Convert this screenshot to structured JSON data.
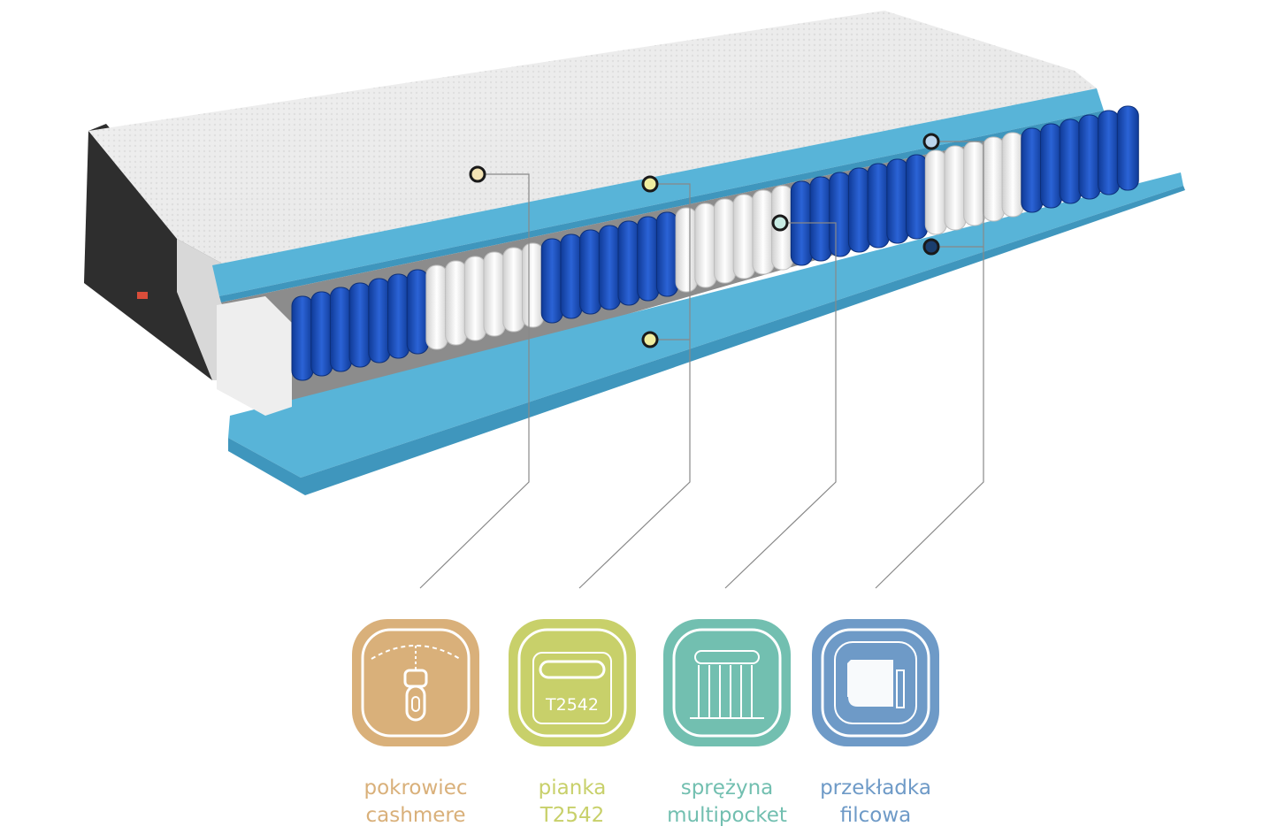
{
  "features": [
    {
      "line1": "pokrowiec",
      "line2": "cashmere",
      "icon": "zipper-icon",
      "color": "#d9b07a"
    },
    {
      "line1": "pianka",
      "line2": "T2542",
      "icon": "foam-icon",
      "icon_text": "T2542",
      "color": "#c8d06a"
    },
    {
      "line1": "sprężyna",
      "line2": "multipocket",
      "icon": "springs-icon",
      "color": "#72bfb0"
    },
    {
      "line1": "przekładka",
      "line2": "filcowa",
      "icon": "felt-icon",
      "color": "#6e9ac7"
    }
  ],
  "colors": {
    "foam": "#58b4d8",
    "blue_spring": "#1a4fb8",
    "white_spring": "#f2f2f2",
    "cover": "#e6e6e6",
    "felt": "#8c8c8c",
    "base_dark": "#3a3a3a"
  }
}
